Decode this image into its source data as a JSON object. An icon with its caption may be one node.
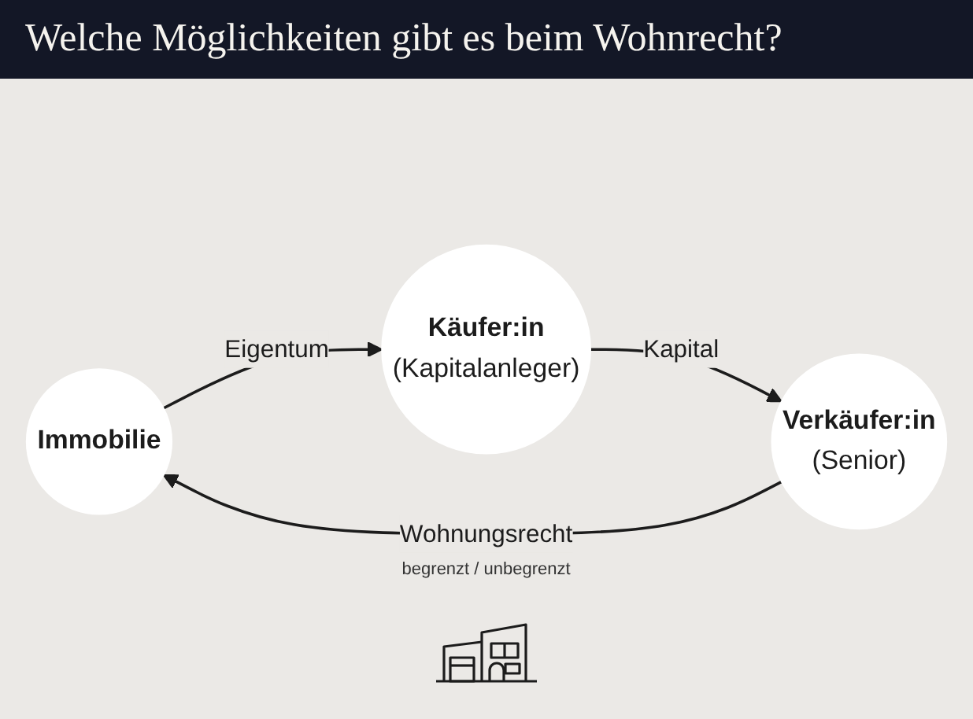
{
  "diagram": {
    "title": "Welche Möglichkeiten gibt es beim Wohnrecht?",
    "nodes": [
      {
        "text": [
          "Immobilie"
        ]
      },
      {
        "text": [
          "Käufer:in",
          "(Kapitalanleger)"
        ]
      },
      {
        "text": [
          "Verkäufer:in",
          "(Senior)"
        ]
      }
    ],
    "edges": [
      {
        "from": 0,
        "to": 1,
        "arrow": "to",
        "label": "Eigentum"
      },
      {
        "from": 2,
        "to": 0,
        "arrow": "to",
        "label": "Wohnungsrecht"
      },
      {
        "from": 1,
        "to": 2,
        "arrow": "to",
        "label": "Kapital"
      }
    ],
    "labels": [
      "begrenzt / unbegrenzt"
    ]
  }
}
